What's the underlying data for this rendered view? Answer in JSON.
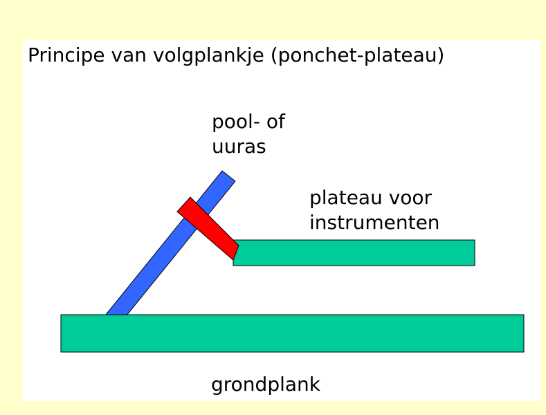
{
  "title": "Principe van volgplankje (ponchet-plateau)",
  "labels": {
    "axis_line1": "pool- of",
    "axis_line2": "uuras",
    "platform_line1": "plateau voor",
    "platform_line2": "instrumenten",
    "base": "grondplank"
  },
  "colors": {
    "background": "#ffffcc",
    "panel": "#ffffff",
    "board": "#00cc99",
    "axis": "#3366ff",
    "support": "#ff0000"
  }
}
